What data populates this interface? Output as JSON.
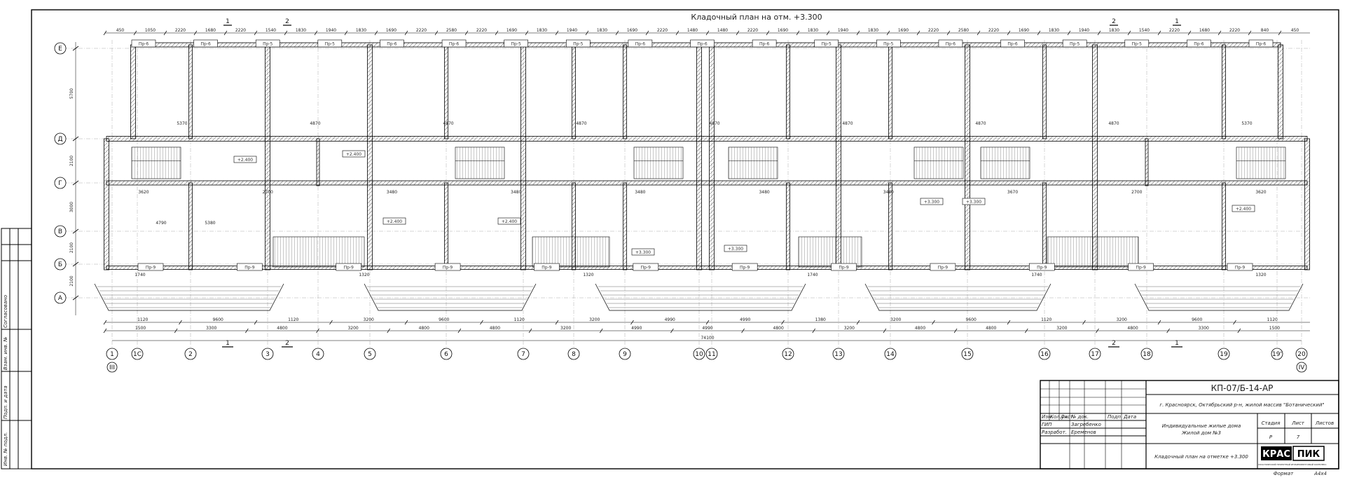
{
  "drawing": {
    "plan_title": "Кладочный план на отм. +3.300",
    "axes_columns": [
      "1",
      "1С",
      "2",
      "3",
      "4",
      "5",
      "6",
      "7",
      "8",
      "9",
      "10",
      "11",
      "12",
      "13",
      "14",
      "15",
      "16",
      "17",
      "18",
      "19",
      "19'",
      "20"
    ],
    "axes_rows": [
      "Е",
      "Д",
      "Г",
      "В",
      "Б",
      "А"
    ],
    "row_dims": [
      "5700",
      "2100",
      "3000",
      "2100",
      "2100"
    ],
    "sub_axes_left": "III",
    "sub_axes_right": "IV",
    "total_dim": "74100",
    "top_dims": [
      "450",
      "1050",
      "2220",
      "1680",
      "2220",
      "1540",
      "1830",
      "1940",
      "1830",
      "1690",
      "2220",
      "2580",
      "2220",
      "1690",
      "1830",
      "1940",
      "1830",
      "1690",
      "2220",
      "1480",
      "1480",
      "2220",
      "1690",
      "1830",
      "1940",
      "1830",
      "1690",
      "2220",
      "2580",
      "2220",
      "1690",
      "1830",
      "1940",
      "1830",
      "1540",
      "2220",
      "1680",
      "2220",
      "840",
      "450"
    ],
    "bottom_dims": [
      "1120",
      "9600",
      "1120",
      "3200",
      "9600",
      "1120",
      "3200",
      "4990",
      "4990",
      "1380",
      "3200",
      "9600",
      "1120",
      "3200",
      "9600",
      "1120"
    ],
    "axis_dims": [
      "1500",
      "3300",
      "4800",
      "3200",
      "4800",
      "4800",
      "3200",
      "4990",
      "4990",
      "4800",
      "3200",
      "4800",
      "4800",
      "3200",
      "4800",
      "3300",
      "1500"
    ],
    "section_marks": [
      "1",
      "2",
      "2",
      "1"
    ],
    "window_labels": [
      "Пр-6",
      "Пр-6",
      "Пр-5",
      "Пр-5",
      "Пр-6",
      "Пр-6",
      "Пр-5",
      "Пр-5",
      "Пр-6",
      "Пр-6",
      "Пр-6",
      "Пр-5",
      "Пр-5",
      "Пр-6",
      "Пр-6",
      "Пр-5",
      "Пр-5",
      "Пр-6",
      "Пр-6"
    ],
    "window_labels_bottom": [
      "Пр-9",
      "Пр-9",
      "Пр-9",
      "Пр-9",
      "Пр-9",
      "Пр-9",
      "Пр-9",
      "Пр-9",
      "Пр-9",
      "Пр-9",
      "Пр-9",
      "Пр-9"
    ],
    "level_marks": [
      "+2.400",
      "+2.400",
      "+2.400",
      "+2.400",
      "+3.300",
      "+3.300",
      "+3.300",
      "+3.300",
      "+2.400"
    ],
    "room_dims": [
      "5370",
      "4870",
      "4870",
      "4870",
      "4870",
      "4870",
      "4870",
      "4870",
      "5370",
      "3620",
      "2700",
      "3480",
      "3480",
      "3480",
      "3480",
      "3480",
      "3670",
      "2700",
      "3620",
      "4790",
      "5380",
      "1740",
      "1320",
      "1320",
      "1740",
      "1740",
      "1320"
    ]
  },
  "stamp_left": {
    "labels": [
      "Согласовано",
      "Взам. инв. №",
      "Подп. и дата",
      "Инв. № подл."
    ]
  },
  "title_block": {
    "code": "КП-07/Б-14-АР",
    "address": "г. Красноярск, Октябрьский р-н, жилой массив \"Ботанический\"",
    "object": "Индивидуальные жилые дома",
    "object2": "Жилой дом №3",
    "sheet_name": "Кладочный план на отметке +3.300",
    "hdr_izm": "Изм.",
    "hdr_koluch": "Кол.уч.",
    "hdr_list": "Лист",
    "hdr_ndok": "№ док.",
    "hdr_podp": "Подп.",
    "hdr_data": "Дата",
    "role1": "ГИП",
    "person1": "Загребенко",
    "role2": "Разработ.",
    "person2": "Еременов",
    "stage_hdr": "Стадия",
    "list_hdr": "Лист",
    "lists_hdr": "Листов",
    "stage": "Р",
    "list_no": "7",
    "logo1": "КРАС",
    "logo2": "ПИК",
    "logo_sub": "КРАСНОЯРСКИЙ ПРОЕКТНЫЙ ИНЖИНИРИНГОВЫЙ КОМПЛЕКС",
    "format_label": "Формат",
    "format": "А4х4"
  }
}
